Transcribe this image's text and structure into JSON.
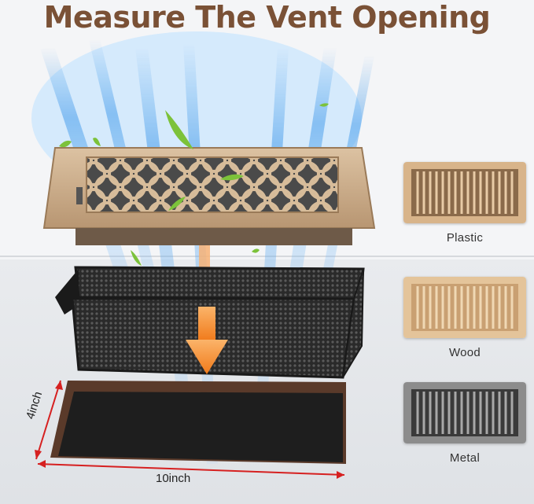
{
  "title": "Measure The Vent Opening",
  "materials": [
    {
      "label": "Plastic",
      "color": "#d8b48a",
      "accent": "#8a6a4a"
    },
    {
      "label": "Wood",
      "color": "#e4c49a",
      "accent": "#b08a5e"
    },
    {
      "label": "Metal",
      "color": "#8c8c8c",
      "accent": "#3a3a3a"
    }
  ],
  "dimensions": {
    "height_label": "4inch",
    "width_label": "10inch"
  },
  "colors": {
    "title": "#7a5136",
    "arrow": "#f07a1a",
    "measure_line": "#d62020",
    "airflow": "#3aa0f0",
    "leaf": "#7cc23a"
  }
}
